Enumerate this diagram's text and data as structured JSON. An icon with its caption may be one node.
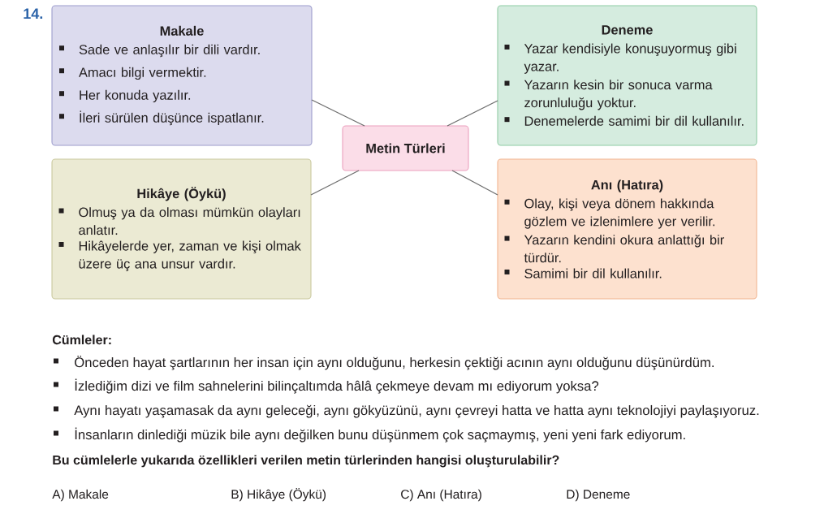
{
  "diagram": {
    "nodes": [
      {
        "text": [
          "Makale",
          "Sade ve anlaşılır bir dili vardır.",
          "Amacı bilgi vermektir.",
          "Her konuda yazılır.",
          "İleri sürülen düşünce ispatlanır."
        ]
      },
      {
        "text": [
          "Deneme",
          "Yazar kendisiyle konuşuyormuş gibi yazar.",
          "Yazarın kesin bir sonuca varma zorunluluğu yoktur.",
          "Denemelerde samimi bir dil kullanılır."
        ]
      },
      {
        "text": [
          "Metin Türleri"
        ]
      },
      {
        "text": [
          "Hikâye (Öykü)",
          "Olmuş ya da olması mümkün olayları anlatır.",
          "Hikâyelerde yer, zaman ve kişi olmak üzere üç ana unsur vardır."
        ]
      },
      {
        "text": [
          "Anı (Hatıra)",
          "Olay, kişi veya dönem hakkında gözlem ve izlenimlere yer verilir.",
          "Yazarın kendini okura anlattığı bir türdür.",
          "Samimi bir dil kullanılır."
        ]
      }
    ],
    "edges": [
      {
        "from": 2,
        "to": 0,
        "arrow": "none"
      },
      {
        "from": 2,
        "to": 1,
        "arrow": "none"
      },
      {
        "from": 2,
        "to": 3,
        "arrow": "none"
      },
      {
        "from": 2,
        "to": 4,
        "arrow": "none"
      }
    ],
    "labels": [
      "14.",
      "Cümleler:",
      "Önceden hayat şartlarının her insan için aynı olduğunu, herkesin çektiği acının aynı olduğunu düşünürdüm.",
      "İzlediğim dizi ve film sahnelerini bilinçaltımda hâlâ çekmeye devam mı ediyorum yoksa?",
      "Aynı hayatı yaşamasak da aynı geleceği, aynı gökyüzünü, aynı çevreyi hatta ve hatta aynı teknolojiyi paylaşıyoruz.",
      "İnsanların dinlediği müzik bile aynı değilken bunu düşünmem çok saçmaymış, yeni yeni fark ediyorum.",
      "Bu cümlelerle yukarıda özellikleri verilen metin türlerinden hangisi oluşturulabilir?",
      "A) Makale",
      "B) Hikâye (Öykü)",
      "C) Anı (Hatıra)",
      "D) Deneme"
    ]
  }
}
